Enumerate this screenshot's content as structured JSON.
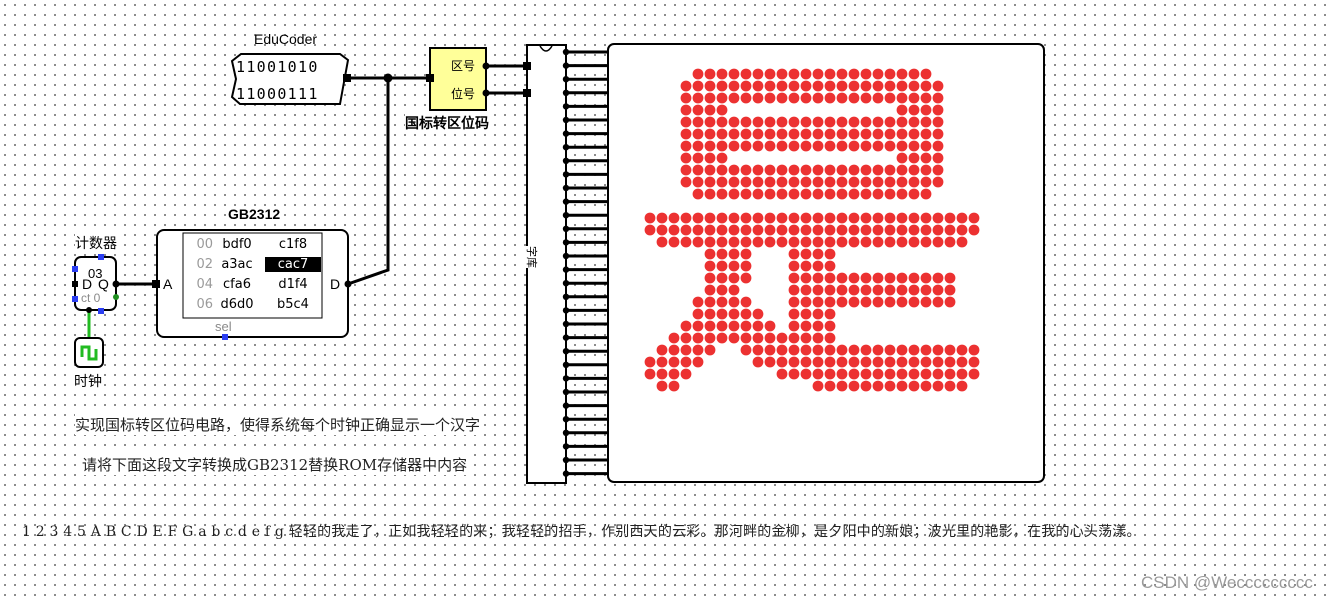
{
  "components": {
    "educoder": {
      "title": "EduCoder",
      "rows": [
        "11001010",
        "11000111"
      ]
    },
    "converter": {
      "label": "国标转区位码",
      "port_qu": "区号",
      "port_wei": "位号"
    },
    "rom": {
      "label": "GB2312",
      "port_a": "A",
      "port_d": "D",
      "sel": "sel",
      "rows": [
        {
          "addr": "00",
          "cells": [
            "bdf0",
            "c1f8"
          ]
        },
        {
          "addr": "02",
          "cells": [
            "a3ac",
            "cac7"
          ]
        },
        {
          "addr": "04",
          "cells": [
            "cfa6",
            "d1f4"
          ]
        },
        {
          "addr": "06",
          "cells": [
            "d6d0",
            "b5c4"
          ]
        }
      ],
      "selected_cell": "cac7"
    },
    "counter": {
      "label": "计数器",
      "value": "03",
      "port_d": "D",
      "port_q": "Q",
      "ct": "ct 0"
    },
    "clock": {
      "label": "时钟"
    },
    "font_lib": {
      "label": "字库"
    },
    "display": {
      "glyph": "是",
      "dot_color": "#ec3131"
    }
  },
  "notes": {
    "line1": "实现国标转区位码电路，使得系统每个时钟正确显示一个汉字",
    "line2": "请将下面这段文字转换成GB2312替换ROM存储器中内容",
    "bottom": "1 2 3 4 5 A B C D E F G a b c d e f g 轻轻的我走了，正如我轻轻的来；我轻轻的招手，作别西天的云彩。那河畔的金柳，是夕阳中的新娘；波光里的艳影，在我的心头荡漾。"
  },
  "watermark": "CSDN @Weccccccccc",
  "colors": {
    "wire": "#000000",
    "clock_wire": "#22bb22",
    "converter_fill": "#ffff99",
    "pin_blue": "#2b3ef2",
    "pin_green": "#1f8f1f"
  }
}
